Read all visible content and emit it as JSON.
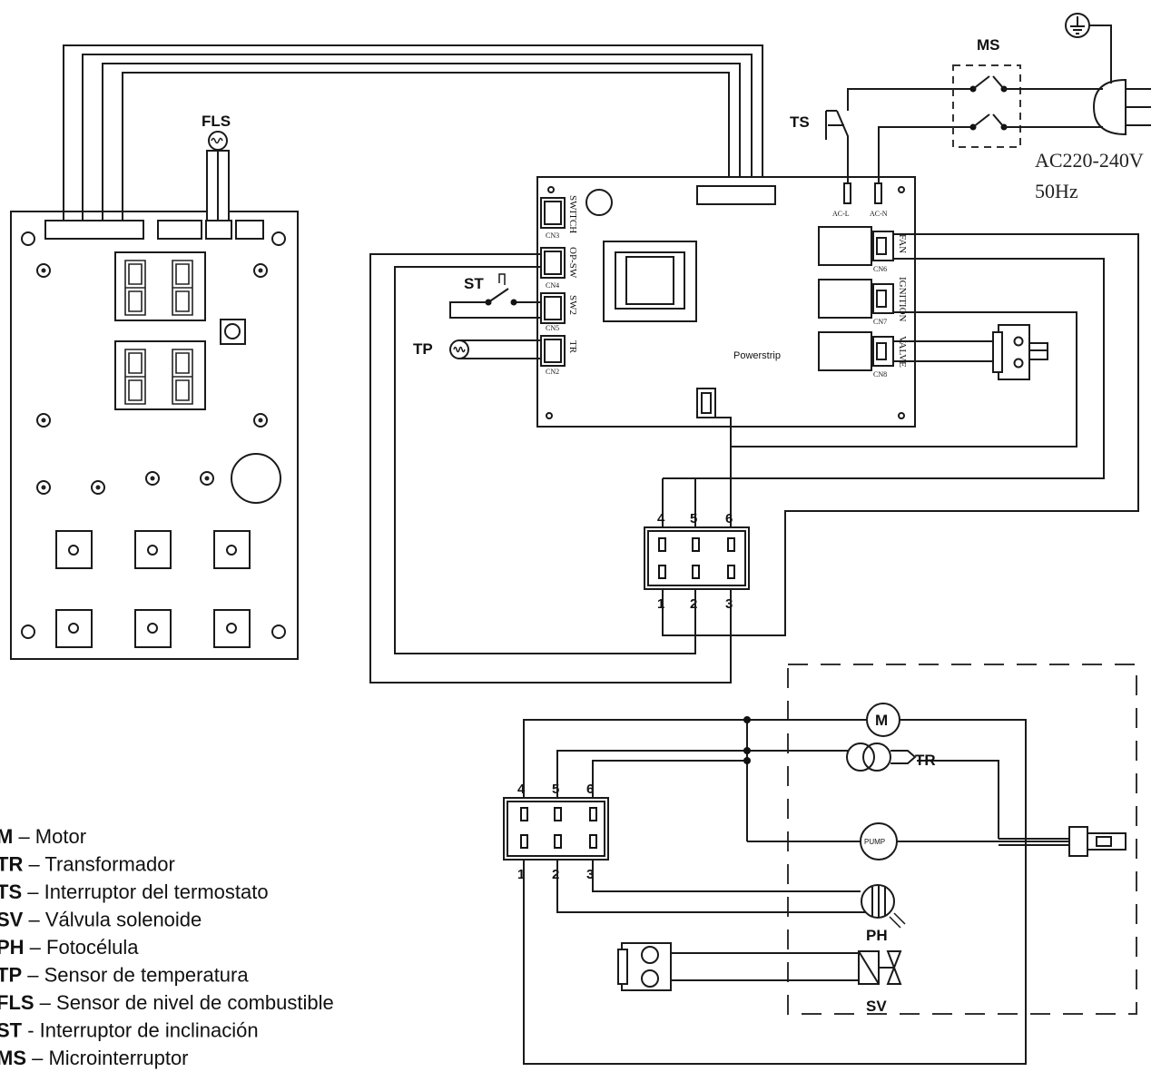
{
  "labels": {
    "fls": "FLS",
    "ms": "MS",
    "ts": "TS",
    "st": "ST",
    "tp": "TP",
    "tr": "TR",
    "ph": "PH",
    "sv": "SV",
    "m": "M",
    "pump": "PUMP",
    "powerstrip": "Powerstrip"
  },
  "power_supply": {
    "voltage": "AC220-240V",
    "frequency": "50Hz"
  },
  "board_connectors": {
    "switch": "SWITCH",
    "op_sw": "OP-SW",
    "sw2": "SW2",
    "tr": "TR",
    "cn3": "CN3",
    "cn4": "CN4",
    "cn5": "CN5",
    "cn2": "CN2",
    "fan": "FAN",
    "ignition": "IGNITION",
    "valve": "VALVE",
    "cn6": "CN6",
    "cn7": "CN7",
    "cn8": "CN8",
    "ac_l": "AC-L",
    "ac_n": "AC-N"
  },
  "connector_pins": {
    "top_row": [
      "4",
      "5",
      "6"
    ],
    "bottom_row": [
      "1",
      "2",
      "3"
    ]
  },
  "legend": [
    {
      "code": "M",
      "sep": " – ",
      "text": "Motor"
    },
    {
      "code": "TR",
      "sep": " – ",
      "text": "Transformador"
    },
    {
      "code": "TS",
      "sep": " – ",
      "text": "Interruptor del termostato"
    },
    {
      "code": "SV",
      "sep": " – ",
      "text": "Válvula solenoide"
    },
    {
      "code": "PH",
      "sep": " – ",
      "text": "Fotocélula"
    },
    {
      "code": "TP",
      "sep": " – ",
      "text": "Sensor de temperatura"
    },
    {
      "code": "FLS",
      "sep": " – ",
      "text": "Sensor de nivel de combustible"
    },
    {
      "code": "ST",
      "sep": " - ",
      "text": "Interruptor de inclinación"
    },
    {
      "code": "MS",
      "sep": " – ",
      "text": "Microinterruptor"
    }
  ]
}
